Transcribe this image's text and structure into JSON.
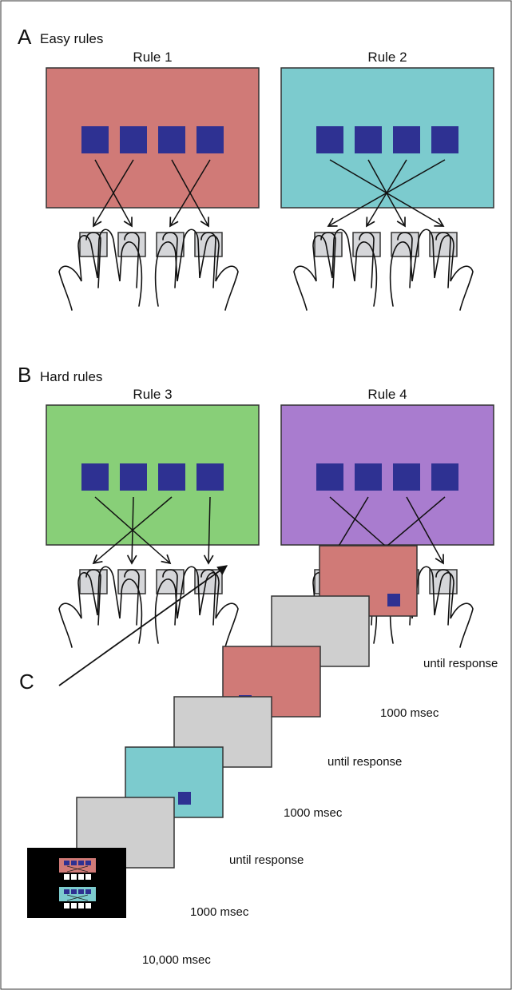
{
  "panels": {
    "a": {
      "letter": "A",
      "title": "Easy rules"
    },
    "b": {
      "letter": "B",
      "title": "Hard rules"
    },
    "c": {
      "letter": "C"
    }
  },
  "rules": [
    {
      "label": "Rule 1",
      "color": "#d07a77",
      "mapping": [
        2,
        1,
        4,
        3
      ]
    },
    {
      "label": "Rule 2",
      "color": "#7ccbce",
      "mapping": [
        4,
        3,
        2,
        1
      ]
    },
    {
      "label": "Rule 3",
      "color": "#88cf78",
      "mapping": [
        3,
        2,
        1,
        4
      ]
    },
    {
      "label": "Rule 4",
      "color": "#a97ccf",
      "mapping": [
        3,
        1,
        4,
        2
      ]
    }
  ],
  "colors": {
    "stimulus": "#2e3192",
    "key": "#d5d6d9",
    "blank_screen": "#cfcfcf",
    "instruction_screen": "#000000",
    "outline": "#333333"
  },
  "sequence": {
    "labels": [
      "10,000 msec",
      "1000 msec",
      "until response",
      "1000 msec",
      "until response",
      "1000 msec",
      "until response"
    ]
  },
  "icons": [
    "hand-icon",
    "time-arrow-icon"
  ]
}
